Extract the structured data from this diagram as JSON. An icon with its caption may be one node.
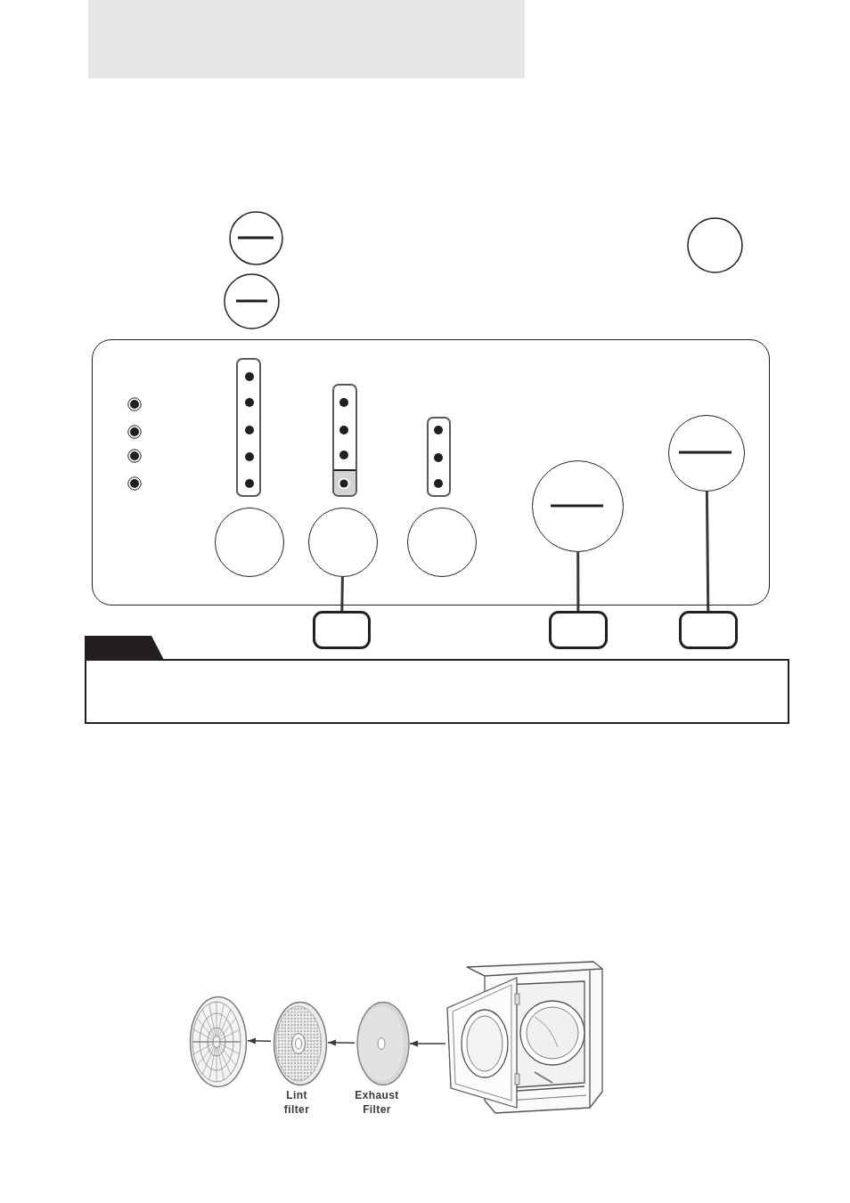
{
  "diagram": {
    "nodes": [
      {
        "text": [],
        "shape": "box"
      },
      {
        "text": [],
        "shape": "box"
      },
      {
        "text": [],
        "shape": "circle",
        "in": 1
      },
      {
        "text": [],
        "shape": "circle",
        "in": 1
      },
      {
        "text": [],
        "shape": "circle",
        "in": 1
      },
      {
        "text": [],
        "shape": "circle",
        "in": 1
      },
      {
        "text": [],
        "shape": "circle",
        "in": 1
      },
      {
        "text": [],
        "shape": "box"
      },
      {
        "text": [],
        "shape": "box"
      },
      {
        "text": [],
        "shape": "box"
      },
      {
        "text": [],
        "shape": "box"
      },
      {
        "text": [],
        "shape": "picture"
      },
      {
        "text": [],
        "shape": "picture",
        "beside": [
          "Lint filter"
        ]
      },
      {
        "text": [],
        "shape": "picture",
        "beside": [
          "Exhaust Filter"
        ]
      },
      {
        "text": [],
        "shape": "picture"
      }
    ],
    "edges": [
      {
        "from": 7,
        "to": 3,
        "arrow": "none"
      },
      {
        "from": 8,
        "to": 5,
        "arrow": "none"
      },
      {
        "from": 9,
        "to": 6,
        "arrow": "none"
      },
      {
        "from": 14,
        "to": 13,
        "arrow": "to"
      },
      {
        "from": 13,
        "to": 12,
        "arrow": "to"
      },
      {
        "from": 12,
        "to": 11,
        "arrow": "to"
      }
    ]
  }
}
